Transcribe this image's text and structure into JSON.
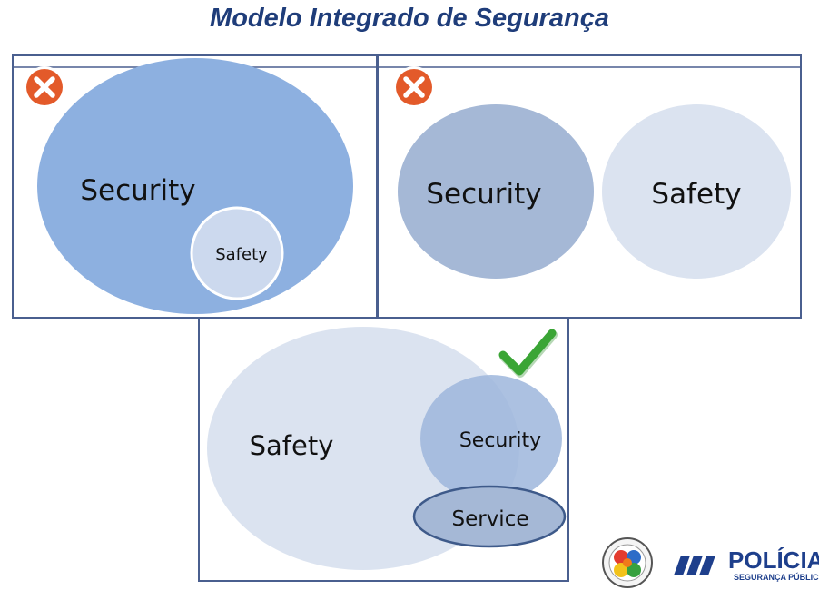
{
  "title": "Modelo Integrado de Segurança",
  "panels": {
    "first": {
      "big_label": "Security",
      "small_label": "Safety",
      "status_icon": "cross-icon"
    },
    "second": {
      "left_label": "Security",
      "right_label": "Safety",
      "status_icon": "cross-icon"
    },
    "third": {
      "big_label": "Safety",
      "mid_label": "Security",
      "small_label": "Service",
      "status_icon": "check-icon"
    }
  },
  "logos": {
    "emblem_icon": "police-emblem-icon",
    "brand_word": "POLÍCIA",
    "brand_sub": "SEGURANÇA PÚBLIC"
  },
  "colors": {
    "title": "#1f3d7a",
    "panel_border": "#4a5f8f",
    "security_fill": "#8db0e0",
    "safety_fill": "#dbe3f0",
    "security_circle_fill": "#a5b8d6",
    "reject": "#e35a2a",
    "accept": "#3aa535",
    "brand": "#1e3f8c"
  }
}
